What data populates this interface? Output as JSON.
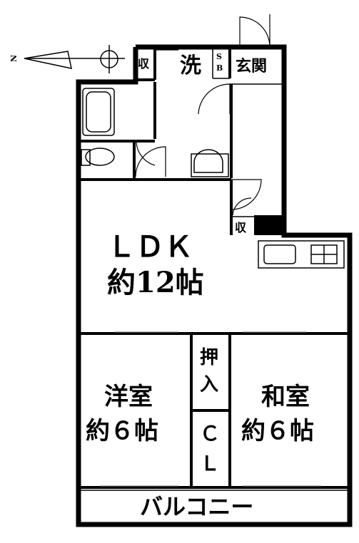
{
  "compass": {
    "north_label": "N"
  },
  "rooms": {
    "storage_top": "収",
    "wash": "洗",
    "shoe_box": "S\nB",
    "shoe_box_s": "S",
    "shoe_box_b": "B",
    "entrance": "玄関",
    "storage_mid": "収",
    "ldk_name": "ＬＤＫ",
    "ldk_size": "約12帖",
    "closet_push_1": "押",
    "closet_push_2": "入",
    "western_name": "洋室",
    "western_size": "約６帖",
    "japanese_name": "和室",
    "japanese_size": "約６帖",
    "cl_1": "Ｃ",
    "cl_2": "Ｌ",
    "balcony": "バルコニー"
  }
}
